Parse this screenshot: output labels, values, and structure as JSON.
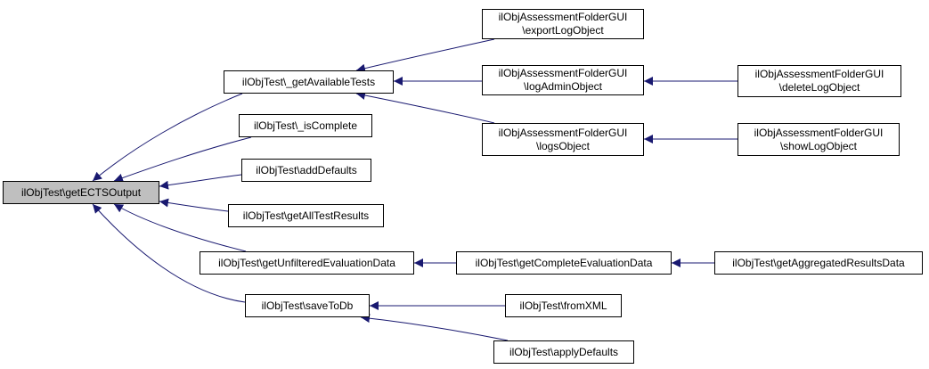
{
  "diagram": {
    "colors": {
      "edge": "#191970",
      "root_fill": "#bfbfbf",
      "node_fill": "#ffffff",
      "border": "#000000"
    },
    "nodes": {
      "root": {
        "lines": [
          "ilObjTest\\getECTSOutput"
        ]
      },
      "get_available_tests": {
        "lines": [
          "ilObjTest\\_getAvailableTests"
        ]
      },
      "is_complete": {
        "lines": [
          "ilObjTest\\_isComplete"
        ]
      },
      "add_defaults": {
        "lines": [
          "ilObjTest\\addDefaults"
        ]
      },
      "get_all_test_results": {
        "lines": [
          "ilObjTest\\getAllTestResults"
        ]
      },
      "get_unfiltered_evaluation_data": {
        "lines": [
          "ilObjTest\\getUnfilteredEvaluationData"
        ]
      },
      "save_to_db": {
        "lines": [
          "ilObjTest\\saveToDb"
        ]
      },
      "export_log_object": {
        "lines": [
          "ilObjAssessmentFolderGUI",
          "\\exportLogObject"
        ]
      },
      "log_admin_object": {
        "lines": [
          "ilObjAssessmentFolderGUI",
          "\\logAdminObject"
        ]
      },
      "logs_object": {
        "lines": [
          "ilObjAssessmentFolderGUI",
          "\\logsObject"
        ]
      },
      "delete_log_object": {
        "lines": [
          "ilObjAssessmentFolderGUI",
          "\\deleteLogObject"
        ]
      },
      "show_log_object": {
        "lines": [
          "ilObjAssessmentFolderGUI",
          "\\showLogObject"
        ]
      },
      "get_complete_evaluation_data": {
        "lines": [
          "ilObjTest\\getCompleteEvaluationData"
        ]
      },
      "get_aggregated_results_data": {
        "lines": [
          "ilObjTest\\getAggregatedResultsData"
        ]
      },
      "from_xml": {
        "lines": [
          "ilObjTest\\fromXML"
        ]
      },
      "apply_defaults": {
        "lines": [
          "ilObjTest\\applyDefaults"
        ]
      }
    },
    "edges": [
      {
        "from": "get_available_tests",
        "to": "root"
      },
      {
        "from": "is_complete",
        "to": "root"
      },
      {
        "from": "add_defaults",
        "to": "root"
      },
      {
        "from": "get_all_test_results",
        "to": "root"
      },
      {
        "from": "get_unfiltered_evaluation_data",
        "to": "root"
      },
      {
        "from": "save_to_db",
        "to": "root"
      },
      {
        "from": "export_log_object",
        "to": "get_available_tests"
      },
      {
        "from": "log_admin_object",
        "to": "get_available_tests"
      },
      {
        "from": "logs_object",
        "to": "get_available_tests"
      },
      {
        "from": "delete_log_object",
        "to": "log_admin_object"
      },
      {
        "from": "show_log_object",
        "to": "logs_object"
      },
      {
        "from": "get_complete_evaluation_data",
        "to": "get_unfiltered_evaluation_data"
      },
      {
        "from": "get_aggregated_results_data",
        "to": "get_complete_evaluation_data"
      },
      {
        "from": "from_xml",
        "to": "save_to_db"
      },
      {
        "from": "apply_defaults",
        "to": "save_to_db"
      }
    ]
  }
}
